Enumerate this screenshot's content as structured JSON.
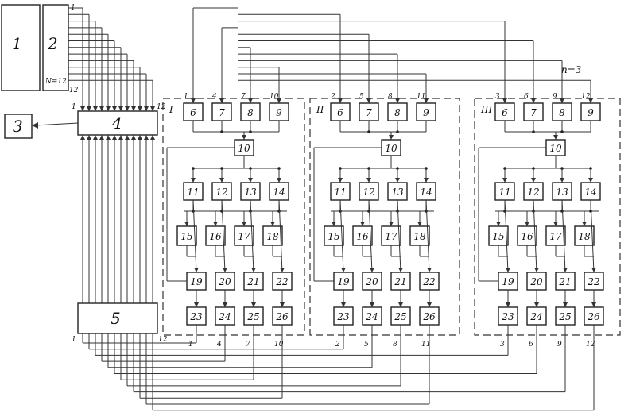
{
  "blocks": {
    "b1": "1",
    "b2": "2",
    "b3": "3",
    "b4": "4",
    "b5": "5",
    "n_label": "N=12"
  },
  "param": "n=3",
  "pins": {
    "top_first": "1",
    "top_last": "12",
    "left_4": "1",
    "right_4": "12",
    "left_5": "1",
    "right_5": "12"
  },
  "modules": [
    {
      "numeral": "I",
      "inputs": [
        "1",
        "4",
        "7",
        "10"
      ],
      "outputs": [
        "1",
        "4",
        "7",
        "10"
      ],
      "row1": [
        "6",
        "7",
        "8",
        "9"
      ],
      "center": "10",
      "row2": [
        "11",
        "12",
        "13",
        "14"
      ],
      "row3": [
        "15",
        "16",
        "17",
        "18"
      ],
      "row4": [
        "19",
        "20",
        "21",
        "22"
      ],
      "row5": [
        "23",
        "24",
        "25",
        "26"
      ]
    },
    {
      "numeral": "II",
      "inputs": [
        "2",
        "5",
        "8",
        "11"
      ],
      "outputs": [
        "2",
        "5",
        "8",
        "11"
      ],
      "row1": [
        "6",
        "7",
        "8",
        "9"
      ],
      "center": "10",
      "row2": [
        "11",
        "12",
        "13",
        "14"
      ],
      "row3": [
        "15",
        "16",
        "17",
        "18"
      ],
      "row4": [
        "19",
        "20",
        "21",
        "22"
      ],
      "row5": [
        "23",
        "24",
        "25",
        "26"
      ]
    },
    {
      "numeral": "III",
      "inputs": [
        "3",
        "6",
        "9",
        "12"
      ],
      "outputs": [
        "3",
        "6",
        "9",
        "12"
      ],
      "row1": [
        "6",
        "7",
        "8",
        "9"
      ],
      "center": "10",
      "row2": [
        "11",
        "12",
        "13",
        "14"
      ],
      "row3": [
        "15",
        "16",
        "17",
        "18"
      ],
      "row4": [
        "19",
        "20",
        "21",
        "22"
      ],
      "row5": [
        "23",
        "24",
        "25",
        "26"
      ]
    }
  ]
}
